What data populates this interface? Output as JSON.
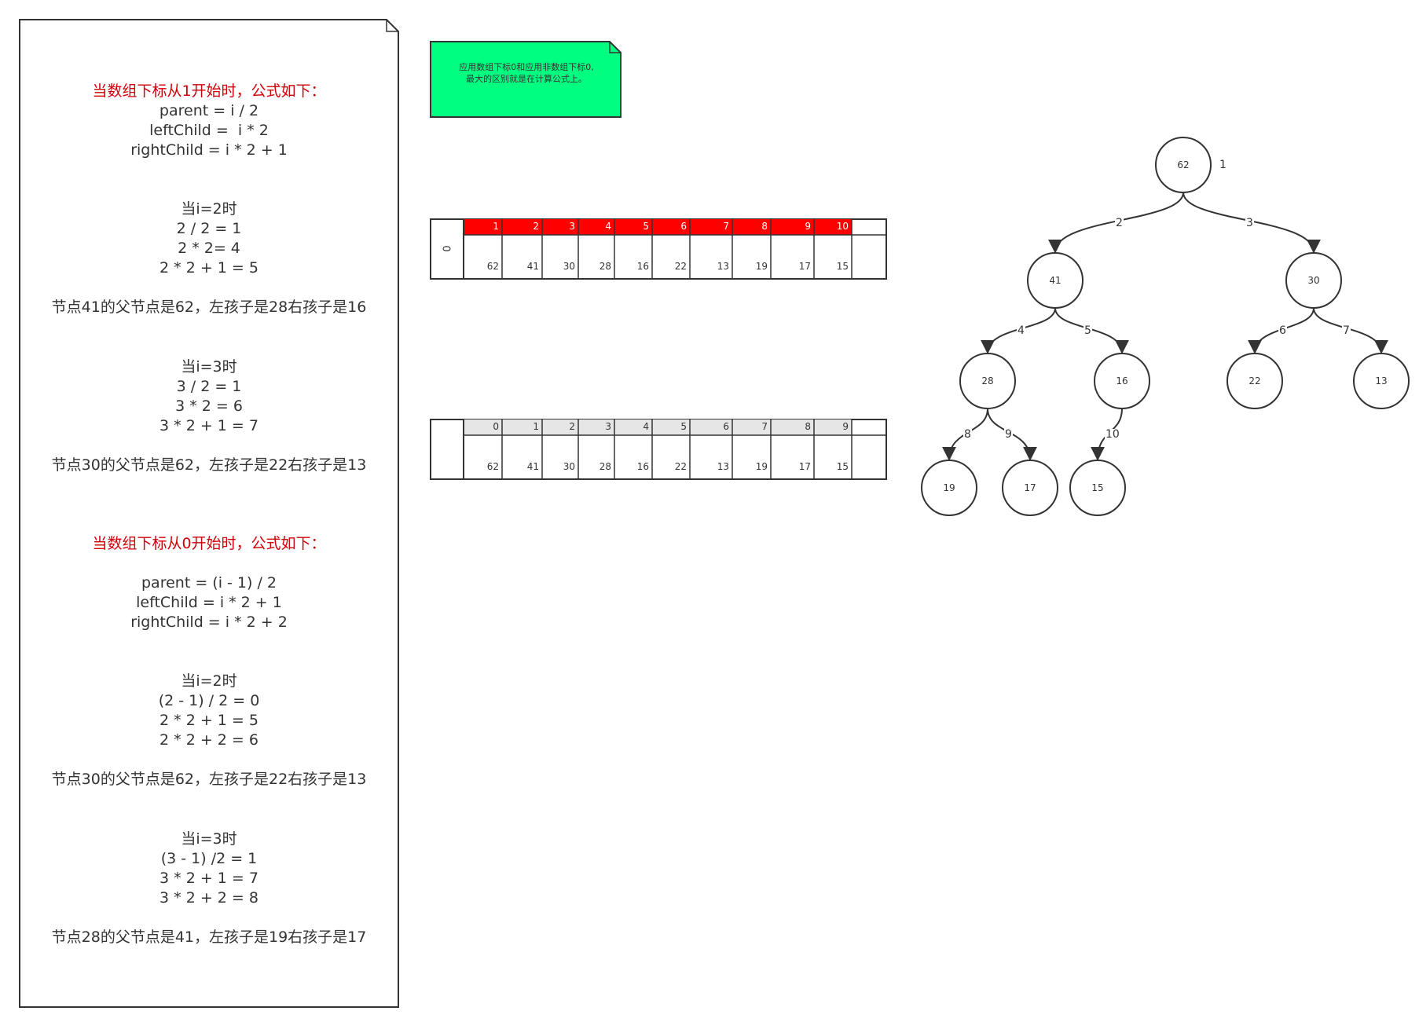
{
  "note": {
    "section1_title": "当数组下标从1开始时，公式如下：",
    "section1_formulas": [
      "parent = i / 2",
      "leftChild =  i * 2",
      "rightChild = i * 2 + 1"
    ],
    "section1_ex1": [
      "当i=2时",
      "2 / 2 = 1",
      "2 * 2= 4",
      "2 * 2 + 1 = 5"
    ],
    "section1_ex1_result": "节点41的父节点是62，左孩子是28右孩子是16",
    "section1_ex2": [
      "当i=3时",
      "3 / 2 = 1",
      "3 * 2 = 6",
      "3 * 2 + 1 = 7"
    ],
    "section1_ex2_result": "节点30的父节点是62，左孩子是22右孩子是13",
    "section2_title": "当数组下标从0开始时，公式如下：",
    "section2_formulas": [
      "parent = (i - 1) / 2",
      "leftChild = i * 2 + 1",
      "rightChild = i * 2 + 2"
    ],
    "section2_ex1": [
      "当i=2时",
      "(2 - 1) / 2 = 0",
      "2 * 2 + 1 = 5",
      "2 * 2 + 2 = 6"
    ],
    "section2_ex1_result": "节点30的父节点是62，左孩子是22右孩子是13",
    "section2_ex2": [
      "当i=3时",
      "(3 - 1) /2 = 1",
      "3 * 2 + 1 = 7",
      "3 * 2 + 2 = 8"
    ],
    "section2_ex2_result": "节点28的父节点是41，左孩子是19右孩子是17"
  },
  "callout": {
    "line1": "应用数组下标0和应用非数组下标0,",
    "line2": "最大的区别就是在计算公式上。",
    "fill": "#00ff80"
  },
  "array_one_based": {
    "first_cell_label": "0",
    "indices": [
      "1",
      "2",
      "3",
      "4",
      "5",
      "6",
      "7",
      "8",
      "9",
      "10"
    ],
    "values": [
      "62",
      "41",
      "30",
      "28",
      "16",
      "22",
      "13",
      "19",
      "17",
      "15"
    ],
    "header_color": "#ff0000"
  },
  "array_zero_based": {
    "indices": [
      "0",
      "1",
      "2",
      "3",
      "4",
      "5",
      "6",
      "7",
      "8",
      "9"
    ],
    "values": [
      "62",
      "41",
      "30",
      "28",
      "16",
      "22",
      "13",
      "19",
      "17",
      "15"
    ],
    "header_color": "#e6e6e6"
  },
  "tree": {
    "root_index": "1",
    "nodes": [
      "62",
      "41",
      "30",
      "28",
      "16",
      "22",
      "13",
      "19",
      "17",
      "15"
    ],
    "edge_labels": [
      "2",
      "3",
      "4",
      "5",
      "6",
      "7",
      "8",
      "9",
      "10"
    ]
  },
  "colors": {
    "stroke": "#333333",
    "red_text": "#d0000a"
  }
}
